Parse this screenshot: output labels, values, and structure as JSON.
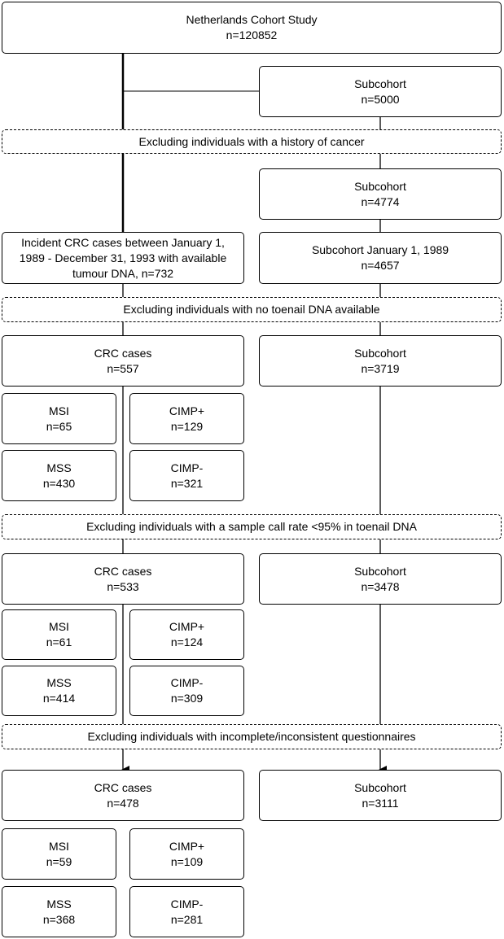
{
  "colors": {
    "line": "#000000",
    "background": "#ffffff"
  },
  "top": {
    "title": "Netherlands Cohort Study",
    "n": "n=120852"
  },
  "initial_subcohort": {
    "title": "Subcohort",
    "n": "n=5000"
  },
  "exclusions": {
    "history_of_cancer": "Excluding individuals with a history of cancer",
    "no_toenail_dna": "Excluding individuals with no toenail DNA available",
    "low_call_rate": "Excluding individuals with a sample call rate <95% in toenail DNA",
    "incomplete_questionnaires": "Excluding individuals with incomplete/inconsistent questionnaires"
  },
  "subcohort_after_cancer_exclusion": {
    "title": "Subcohort",
    "n": "n=4774"
  },
  "incident_cases": {
    "line1": "Incident CRC cases between January 1,",
    "line2": "1989 - December 31, 1993 with available",
    "line3": "tumour DNA, n=732"
  },
  "subcohort_1989": {
    "title": "Subcohort January 1, 1989",
    "n": "n=4657"
  },
  "stages": [
    {
      "cases": {
        "title": "CRC cases",
        "n": "n=557"
      },
      "subcohort": {
        "title": "Subcohort",
        "n": "n=3719"
      },
      "msi": {
        "title": "MSI",
        "n": "n=65"
      },
      "cimp_pos": {
        "title": "CIMP+",
        "n": "n=129"
      },
      "mss": {
        "title": "MSS",
        "n": "n=430"
      },
      "cimp_neg": {
        "title": "CIMP-",
        "n": "n=321"
      }
    },
    {
      "cases": {
        "title": "CRC cases",
        "n": "n=533"
      },
      "subcohort": {
        "title": "Subcohort",
        "n": "n=3478"
      },
      "msi": {
        "title": "MSI",
        "n": "n=61"
      },
      "cimp_pos": {
        "title": "CIMP+",
        "n": "n=124"
      },
      "mss": {
        "title": "MSS",
        "n": "n=414"
      },
      "cimp_neg": {
        "title": "CIMP-",
        "n": "n=309"
      }
    },
    {
      "cases": {
        "title": "CRC cases",
        "n": "n=478"
      },
      "subcohort": {
        "title": "Subcohort",
        "n": "n=3111"
      },
      "msi": {
        "title": "MSI",
        "n": "n=59"
      },
      "cimp_pos": {
        "title": "CIMP+",
        "n": "n=109"
      },
      "mss": {
        "title": "MSS",
        "n": "n=368"
      },
      "cimp_neg": {
        "title": "CIMP-",
        "n": "n=281"
      }
    }
  ]
}
